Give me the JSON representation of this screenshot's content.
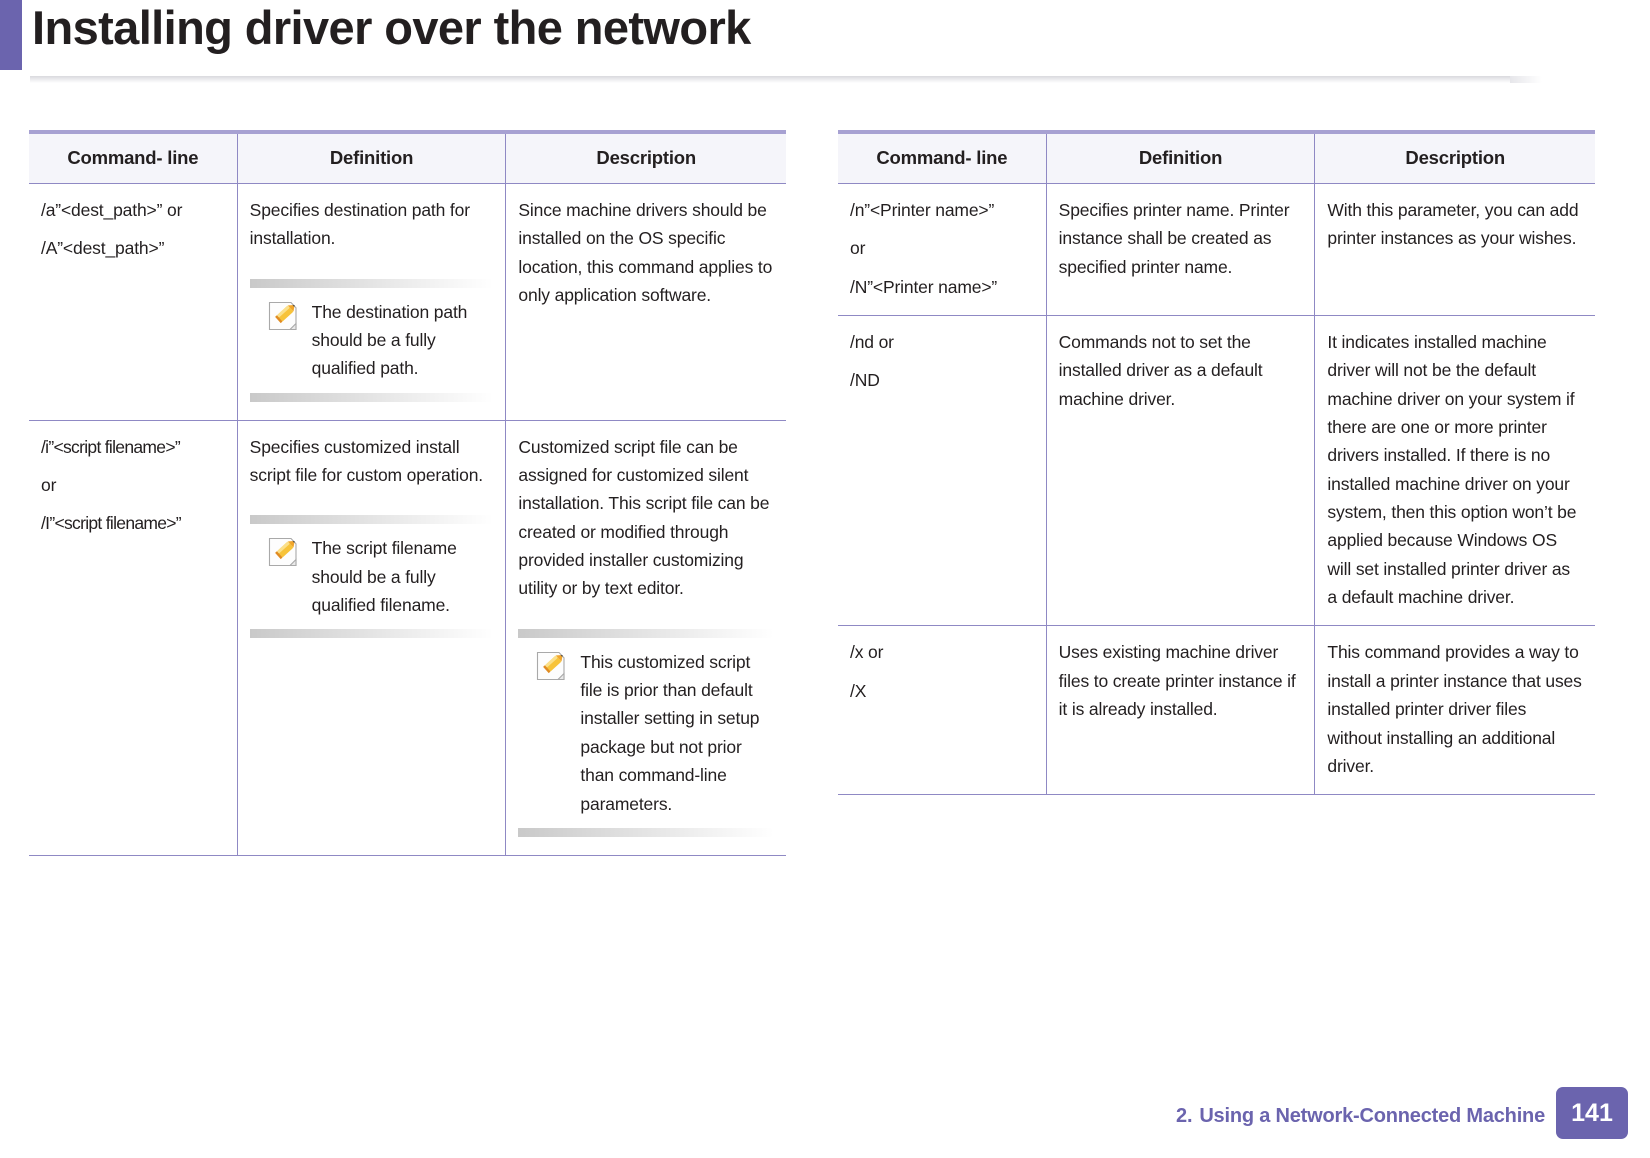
{
  "header": {
    "title": "Installing driver over the network",
    "accent_color": "#6b64ae"
  },
  "table_headers": {
    "command_line": "Command- line",
    "definition": "Definition",
    "description": "Description"
  },
  "left_table": {
    "rows": [
      {
        "command_lines": [
          "/a”<dest_path>” or",
          "/A”<dest_path>”"
        ],
        "definition": "Specifies destination path for installation.",
        "definition_note": "The destination path should be a fully qualified path.",
        "description": "Since machine drivers should be installed on the OS specific location, this command applies to only application software.",
        "description_note": null
      },
      {
        "command_lines": [
          "/i”<script filename>”",
          "or",
          "/I”<script filename>”"
        ],
        "definition": "Specifies customized install script file for custom operation.",
        "definition_note": "The script filename should be a fully qualified filename.",
        "description": "Customized script file can be assigned for customized silent installation. This script file can be created or modified through provided installer customizing utility or by text editor.",
        "description_note": "This customized script file is prior than default installer setting in setup package but not prior than command-line parameters."
      }
    ]
  },
  "right_table": {
    "rows": [
      {
        "command_lines": [
          "/n”<Printer name>”",
          "or",
          "/N”<Printer name>”"
        ],
        "definition": "Specifies printer name. Printer instance shall be created as specified printer name.",
        "definition_note": null,
        "description": "With this parameter, you can add printer instances as your wishes.",
        "description_note": null
      },
      {
        "command_lines": [
          "/nd or",
          "/ND"
        ],
        "definition": "Commands not to set the installed driver as a default machine driver.",
        "definition_note": null,
        "description": "It indicates installed machine driver will not be the default machine driver on your system if there are one or more printer drivers installed. If there is no installed machine driver on your system, then this option won’t be applied because Windows OS will set installed printer driver as a default machine driver.",
        "description_note": null
      },
      {
        "command_lines": [
          "/x or",
          "/X"
        ],
        "definition": "Uses existing machine driver files to create printer instance if it is already installed.",
        "definition_note": null,
        "description": "This command provides a way to install a printer instance that uses installed printer driver files without installing an additional driver.",
        "description_note": null
      }
    ]
  },
  "footer": {
    "chapter_number": "2.",
    "chapter_title": "Using a Network-Connected Machine",
    "page_number": "141"
  },
  "icons": {
    "note": "note-pencil-icon"
  }
}
